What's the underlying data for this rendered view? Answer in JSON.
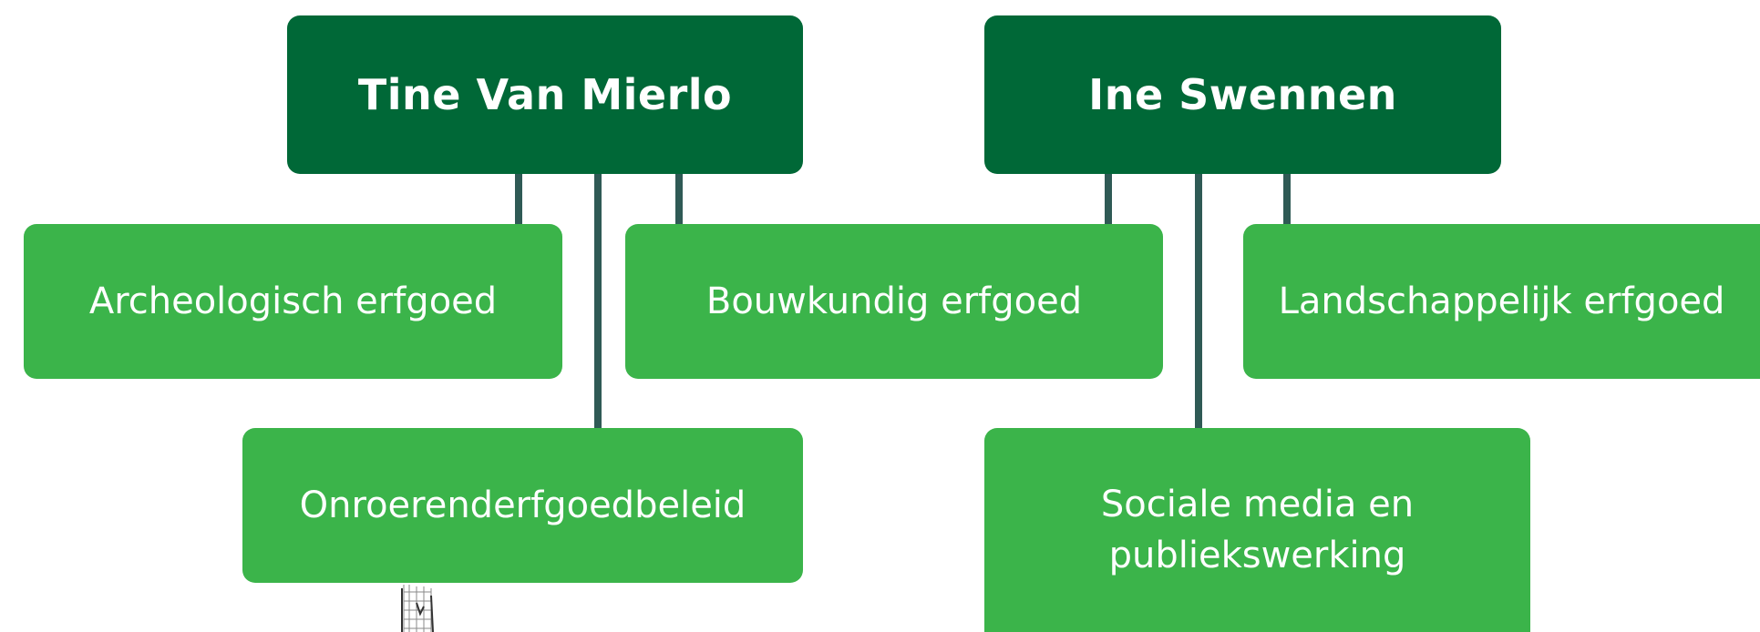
{
  "heads": {
    "left": "Tine Van Mierlo",
    "right": "Ine Swennen"
  },
  "units": {
    "archeologisch": "Archeologisch erfgoed",
    "bouwkundig": "Bouwkundig erfgoed",
    "landschappelijk": "Landschappelijk erfgoed",
    "beleid": "Onroerenderfgoedbeleid",
    "sociale_media_line1": "Sociale media en",
    "sociale_media_line2": "publiekswerking"
  },
  "colors": {
    "head_fill": "#006837",
    "unit_fill": "#3bb44a",
    "connector": "#2f5a55",
    "text": "#ffffff"
  }
}
